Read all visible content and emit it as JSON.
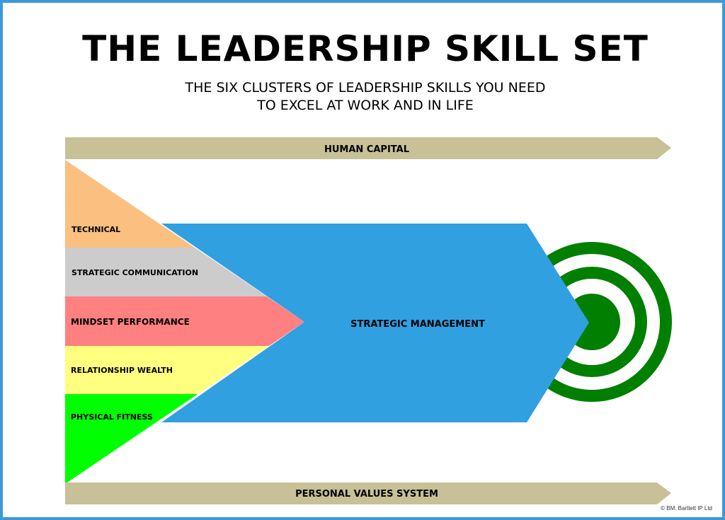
{
  "header": {
    "title": "THE LEADERSHIP SKILL SET",
    "subtitle_line1": "THE SIX CLUSTERS OF LEADERSHIP SKILLS YOU NEED",
    "subtitle_line2": "TO EXCEL AT WORK AND IN LIFE"
  },
  "arrows": {
    "top_label": "HUMAN CAPITAL",
    "bottom_label": "PERSONAL VALUES SYSTEM"
  },
  "clusters": [
    {
      "label": "TECHNICAL",
      "color": "#fbbf80"
    },
    {
      "label": "STRATEGIC COMMUNICATION",
      "color": "#cccccc"
    },
    {
      "label": "MINDSET PERFORMANCE",
      "color": "#ff8080"
    },
    {
      "label": "RELATIONSHIP WEALTH",
      "color": "#ffff80"
    },
    {
      "label": "PHYSICAL FITNESS",
      "color": "#00ff00"
    }
  ],
  "center": {
    "label": "STRATEGIC MANAGEMENT",
    "color": "#30a0e0"
  },
  "target": {
    "icon": "target-icon",
    "color": "#007f00"
  },
  "band_color": "#c8c096",
  "frame_color": "#3a9ad9",
  "footer": {
    "copyright": "© BM. Bartlett IP Ltd"
  }
}
